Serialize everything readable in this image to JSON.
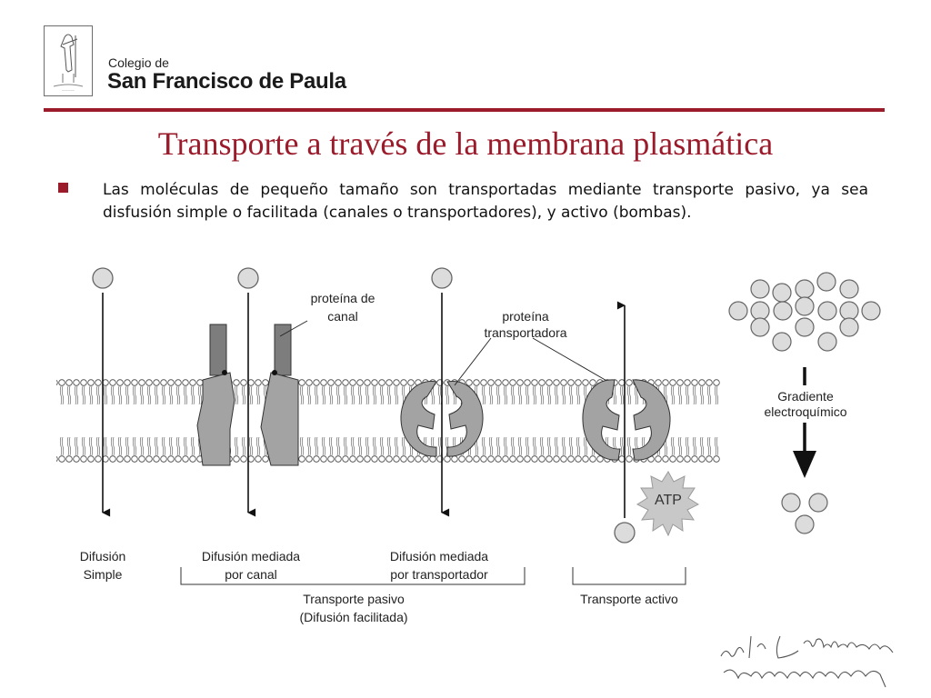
{
  "header": {
    "school_small": "Colegio de",
    "school_name": "San Francisco de Paula",
    "logo_icon": "school-crest-logo"
  },
  "slide": {
    "title": "Transporte a través de la membrana plasmática",
    "bullet": "Las moléculas de pequeño tamaño son transportadas mediante transporte pasivo, ya sea disfusión simple o facilitada (canales o transportadores), y activo (bombas)."
  },
  "diagram": {
    "label_channel_protein": [
      "proteína de",
      "canal"
    ],
    "label_carrier_protein": [
      "proteína",
      "transportadora"
    ],
    "label_gradient": [
      "Gradiente",
      "electroquímico"
    ],
    "atp": "ATP",
    "mech_simple": [
      "Difusión",
      "Simple"
    ],
    "mech_channel": [
      "Difusión mediada",
      "por canal"
    ],
    "mech_carrier": [
      "Difusión mediada",
      "por transportador"
    ],
    "group_passive": [
      "Transporte pasivo",
      "(Difusión facilitada)"
    ],
    "group_active": "Transporte activo"
  },
  "colors": {
    "accent": "#9b1b2b",
    "protein": "#a3a3a3",
    "channel_dark": "#7d7d7d",
    "molecule": "#dcdcdc"
  }
}
